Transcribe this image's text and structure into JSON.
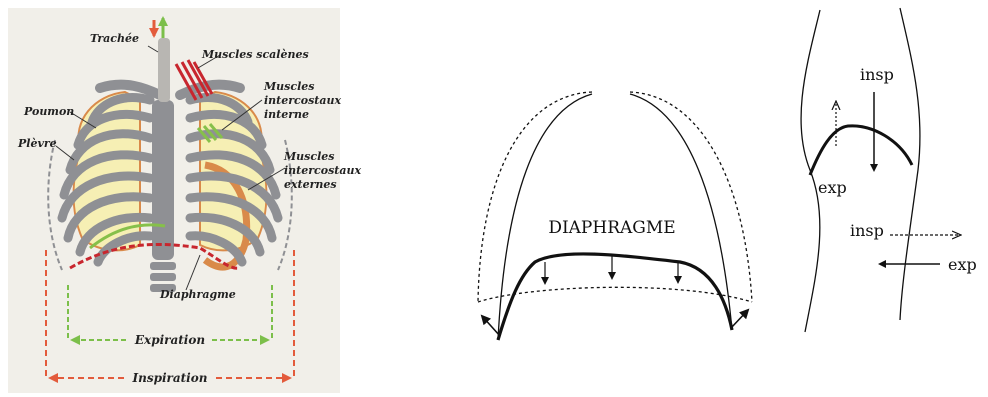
{
  "left_figure": {
    "labels": {
      "trachee": "Trachée",
      "muscles_scalenes": "Muscles scalènes",
      "muscles_intercostaux_interne": [
        "Muscles",
        "intercostaux",
        "interne"
      ],
      "poumon": "Poumon",
      "plevre": "Plèvre",
      "muscles_intercostaux_externes": [
        "Muscles",
        "intercostaux",
        "externes"
      ],
      "diaphragme": "Diaphragme",
      "expiration": "Expiration",
      "inspiration": "Inspiration"
    },
    "colors": {
      "background": "#f1efe9",
      "bone": "#8f9094",
      "lung": "#f6efb4",
      "pleura": "#d98a4a",
      "expiration": "#7cbf4a",
      "inspiration": "#e35b3c",
      "muscle_red": "#c8262e",
      "muscle_green": "#86c04a"
    }
  },
  "middle_figure": {
    "label": "DIAPHRAGME"
  },
  "right_figure": {
    "insp_top": "insp",
    "exp_top": "exp",
    "insp_side": "insp",
    "exp_side": "exp"
  }
}
